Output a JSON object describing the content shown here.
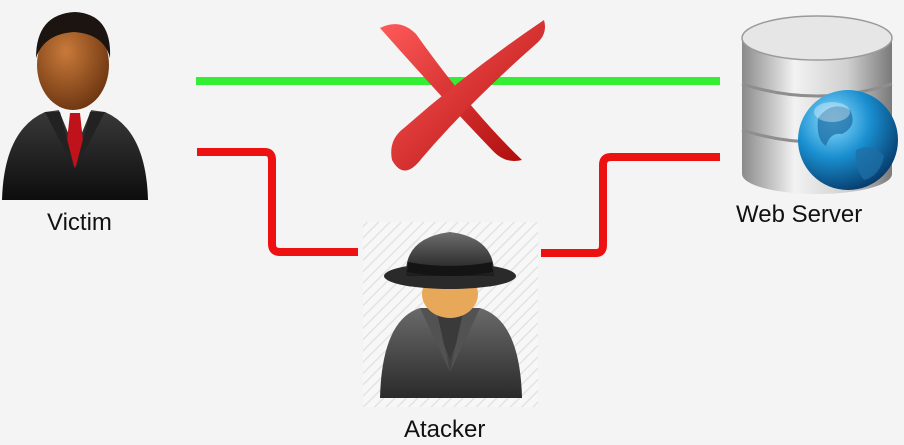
{
  "nodes": {
    "victim": {
      "label": "Victim",
      "icon": "businessman-icon"
    },
    "server": {
      "label": "Web Server",
      "icon": "database-globe-icon"
    },
    "attacker": {
      "label": "Atacker",
      "icon": "spy-hat-icon"
    }
  },
  "connections": {
    "direct": {
      "color": "#33ee33",
      "status": "blocked"
    },
    "intercepted": {
      "color": "#ee1111"
    }
  },
  "blocked_mark": {
    "icon": "red-x-icon",
    "color": "#d81818"
  }
}
